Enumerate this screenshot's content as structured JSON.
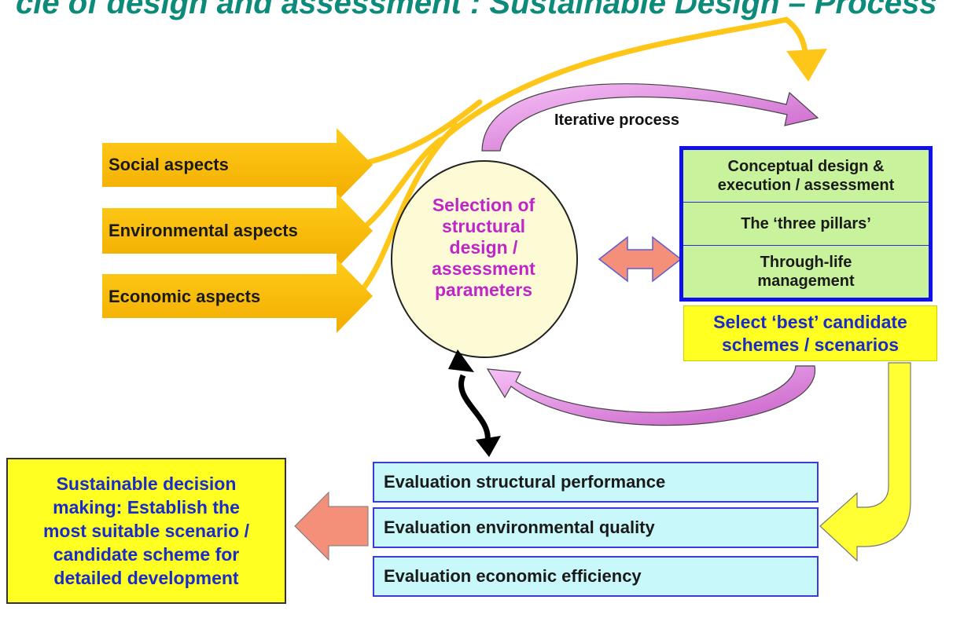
{
  "title": "cle of design and assessment : Sustainable Design – Process",
  "inputs": [
    {
      "label": "Social aspects"
    },
    {
      "label": "Environmental aspects"
    },
    {
      "label": "Economic aspects"
    }
  ],
  "iterative_label": "Iterative process",
  "center_circle": {
    "text": "Selection of\nstructural\ndesign /\nassessment\nparameters"
  },
  "pillars_box": {
    "rows": [
      "Conceptual design &\nexecution / assessment",
      "The ‘three pillars’",
      "Through-life\nmanagement"
    ]
  },
  "select_box": "Select ‘best’ candidate\nschemes / scenarios",
  "evaluations": [
    "Evaluation structural performance",
    "Evaluation environmental quality",
    "Evaluation economic efficiency"
  ],
  "decision_box": "Sustainable decision\nmaking: Establish the\nmost suitable scenario /\ncandidate scheme for\ndetailed development",
  "colors": {
    "title": "#0c8a7a",
    "input_arrow": "#ffbf00",
    "curve_yellow": "#ffc61a",
    "iterative_arrow": "#ec8cec",
    "circle_fill": "#fdfbd6",
    "pillars_border": "#1010e8",
    "pillars_fill": "#c8f29c",
    "select_fill": "#ffff22",
    "eval_fill": "#c8f8fa",
    "salmon_arrow": "#f4907a",
    "yellow_arrow": "#ffff33"
  }
}
